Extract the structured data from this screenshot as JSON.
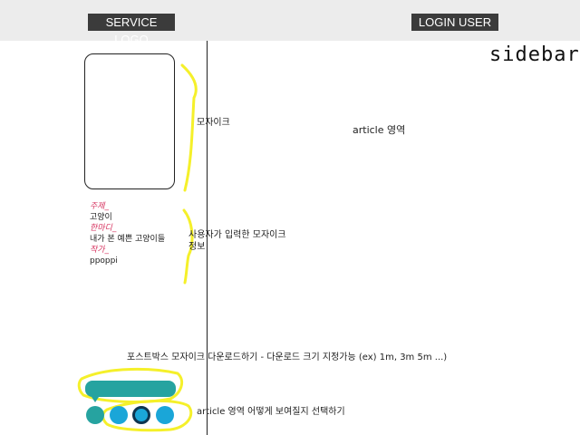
{
  "header": {
    "logo_label": "SERVICE LOGO",
    "login_label": "LOGIN USER"
  },
  "sidebar": {
    "title": "sidebar"
  },
  "annotations": {
    "mosaic": "모자이크",
    "user_info": "사용자가 입력한 모자이크 정보",
    "article": "article 영역",
    "postbox": "포스트박스 모자이크 다운로드하기 - 다운로드 크기 지정가능 (ex) 1m, 3m 5m ...)",
    "view_mode": "article 영역 어떻게 보여질지 선택하기"
  },
  "mosaic_info": {
    "subject_label": "주제_",
    "subject_value": "고양이",
    "comment_label": "한마디_",
    "comment_value": "내가 본 예쁜 고양이들",
    "author_label": "작가_",
    "author_value": "ppoppi"
  },
  "colors": {
    "header_bg": "#ececec",
    "button_bg": "#3b3b3b",
    "highlight": "#f5f02a",
    "teal": "#26a3a0",
    "blue": "#1aa6d8",
    "label_pink": "#d6335f"
  }
}
